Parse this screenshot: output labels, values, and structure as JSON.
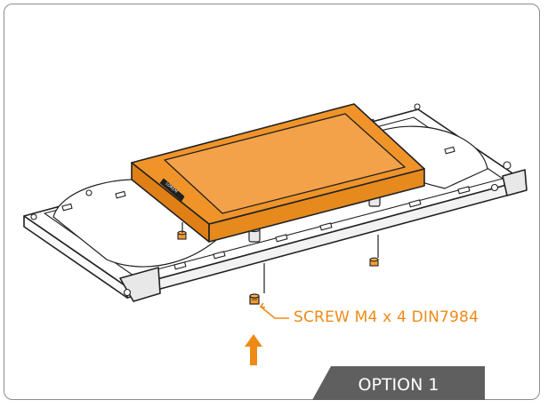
{
  "screw_callout": {
    "text": "SCREW M4 x 4 DIN7984"
  },
  "option_tab": {
    "label": "OPTION 1"
  },
  "device_logo": {
    "text": "LOREM"
  },
  "colors": {
    "accent": "#ef8a17",
    "device_body": "#f0942a",
    "device_screen": "#f4a24a",
    "outline": "#222222",
    "tab_background": "#5f5f5f",
    "panel_border": "#8c8c8c"
  },
  "icons": {
    "arrow": "up-arrow-icon",
    "screw": "screw-icon"
  }
}
